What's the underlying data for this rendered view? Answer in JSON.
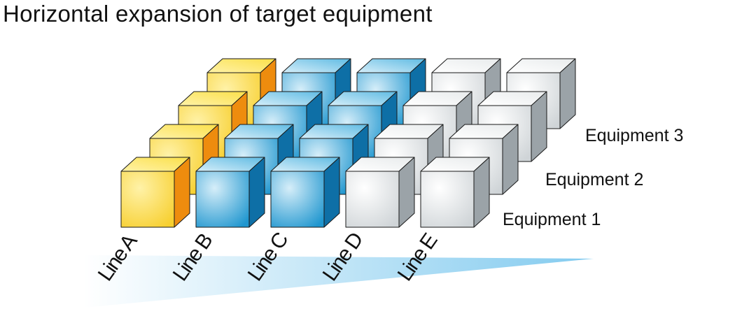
{
  "title": "Horizontal expansion of target equipment",
  "lines": [
    "Line A",
    "Line B",
    "Line C",
    "Line D",
    "Line E"
  ],
  "equipment": [
    "Equipment 1",
    "Equipment 2",
    "Equipment 3"
  ],
  "grid_depth_rows": 4,
  "line_color_groups": [
    "yellow",
    "blue",
    "blue",
    "gray",
    "gray"
  ],
  "colors": {
    "yellow": {
      "front": "#f7cf2e",
      "front_hl": "#fff2a8",
      "top": "#fbe04a",
      "side": "#ee8c0e"
    },
    "blue": {
      "front": "#1f96cf",
      "front_hl": "#d6eef9",
      "top": "#5fbbe3",
      "side": "#0e6fa6"
    },
    "gray": {
      "front": "#cfd4d7",
      "front_hl": "#ffffff",
      "top": "#e8ebec",
      "side": "#9ba3a8"
    },
    "edge": "#1a1a1a",
    "floor_gradient": "#7cc8ee"
  }
}
